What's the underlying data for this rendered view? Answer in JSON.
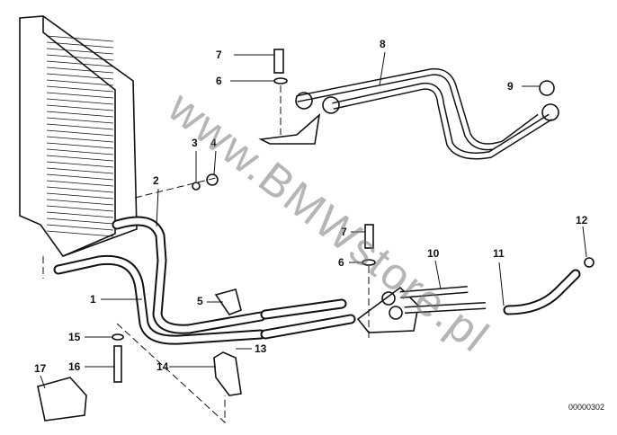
{
  "diagram": {
    "callouts": [
      "1",
      "2",
      "3",
      "4",
      "5",
      "6",
      "6",
      "7",
      "7",
      "8",
      "9",
      "10",
      "11",
      "12",
      "13",
      "14",
      "15",
      "16",
      "17"
    ],
    "reference_number": "00000302",
    "watermark": "www.BMWstore.pl",
    "colors": {
      "line": "#111111",
      "watermark": "#8c8c8c"
    }
  }
}
